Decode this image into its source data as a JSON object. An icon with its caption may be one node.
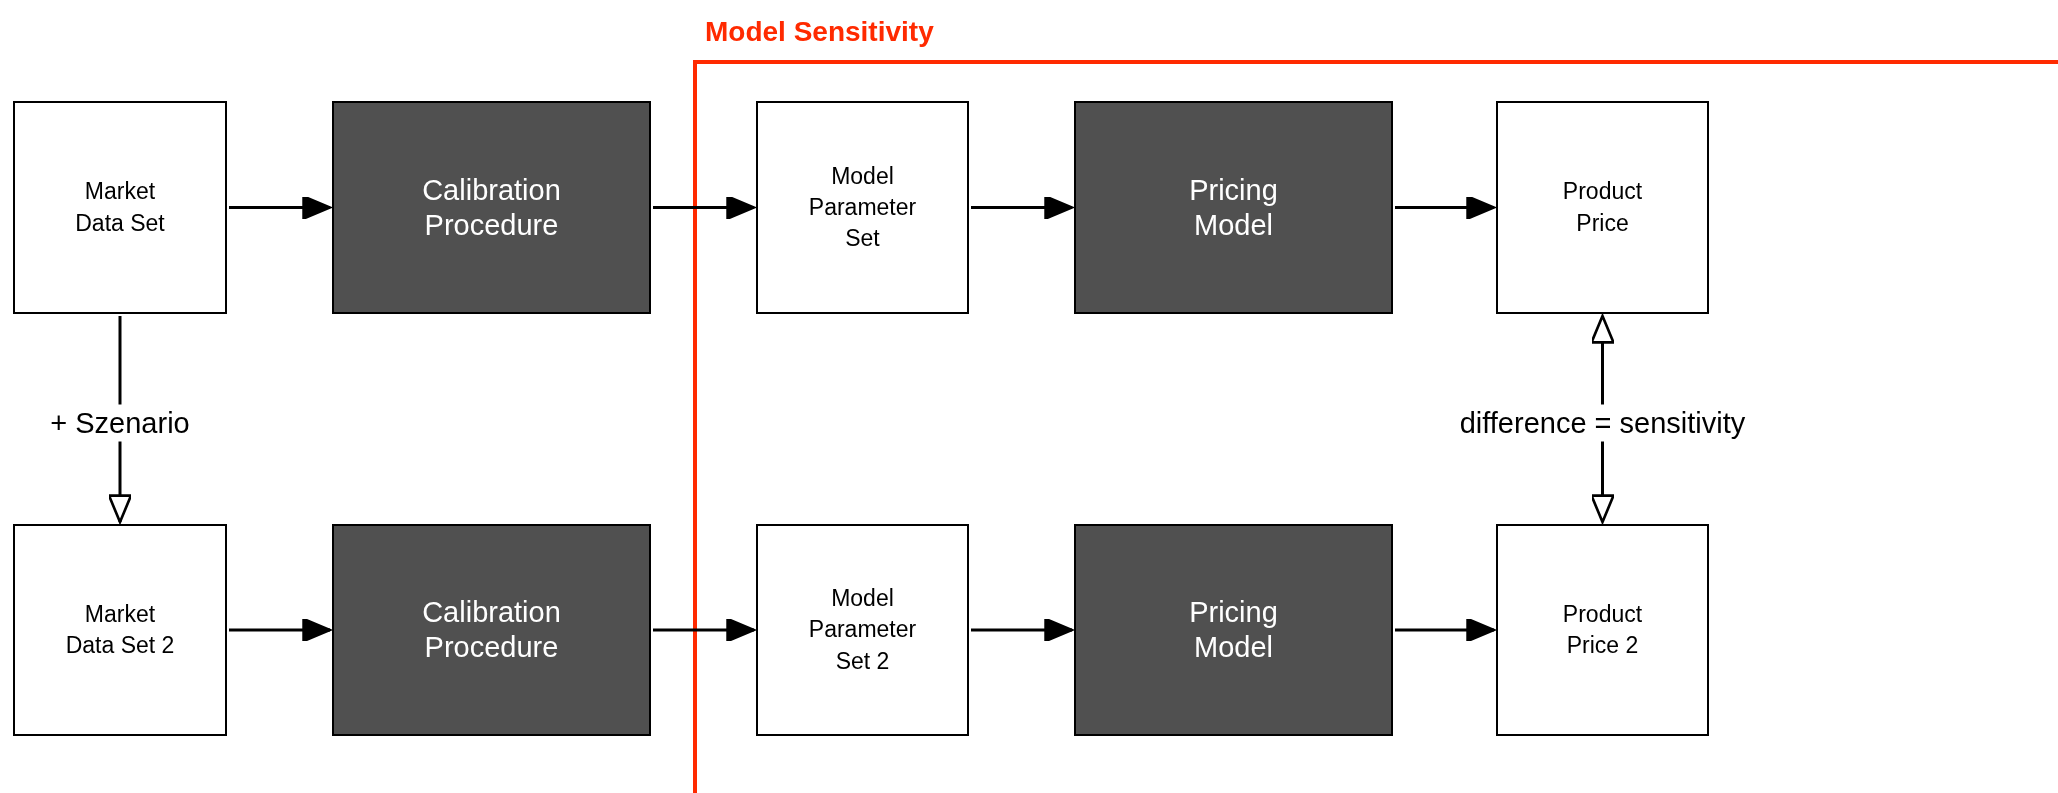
{
  "diagram": {
    "nodes": [
      {
        "text": [
          "Model Sensitivity"
        ]
      },
      {
        "text": [
          "Market Data Set"
        ]
      },
      {
        "text": [
          "Calibration Procedure"
        ]
      },
      {
        "text": [
          "Model Parameter Set"
        ],
        "in": 0
      },
      {
        "text": [
          "Pricing Model"
        ],
        "in": 0
      },
      {
        "text": [
          "Product Price"
        ],
        "in": 0
      },
      {
        "text": [
          "Market Data Set 2"
        ]
      },
      {
        "text": [
          "Calibration Procedure"
        ]
      },
      {
        "text": [
          "Model Parameter Set 2"
        ],
        "in": 0
      },
      {
        "text": [
          "Pricing Model"
        ],
        "in": 0
      },
      {
        "text": [
          "Product Price 2"
        ],
        "in": 0
      }
    ],
    "edges": [
      {
        "from": 1,
        "to": 2,
        "arrow": "to"
      },
      {
        "from": 2,
        "to": 3,
        "arrow": "to"
      },
      {
        "from": 3,
        "to": 4,
        "arrow": "to"
      },
      {
        "from": 4,
        "to": 5,
        "arrow": "to"
      },
      {
        "from": 1,
        "to": 6,
        "arrow": "to",
        "label": "+ Szenario"
      },
      {
        "from": 5,
        "to": 10,
        "arrow": "both",
        "label": "difference = sensitivity"
      },
      {
        "from": 6,
        "to": 7,
        "arrow": "to"
      },
      {
        "from": 7,
        "to": 8,
        "arrow": "to"
      },
      {
        "from": 8,
        "to": 9,
        "arrow": "to"
      },
      {
        "from": 9,
        "to": 10,
        "arrow": "to"
      }
    ]
  }
}
